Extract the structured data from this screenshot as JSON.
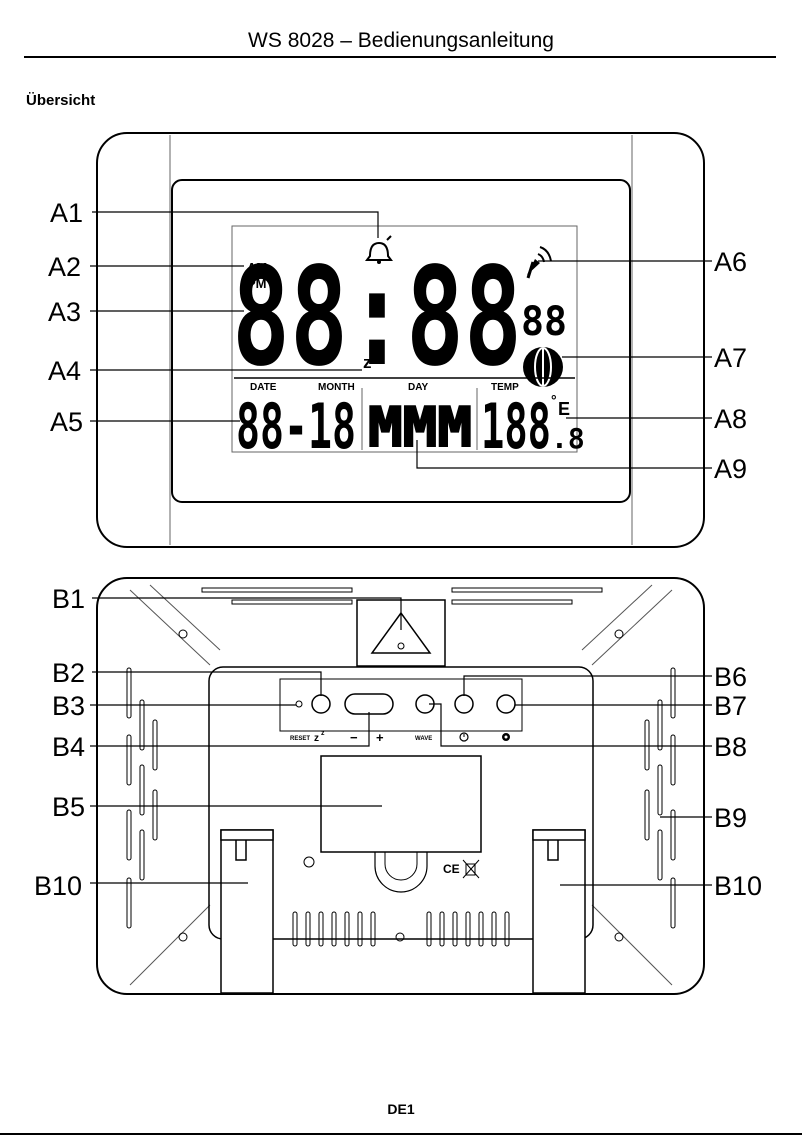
{
  "document": {
    "title": "WS 8028 – Bedienungsanleitung",
    "section_heading": "Übersicht",
    "footer_label": "DE1"
  },
  "front_display": {
    "ampm_am": "AM",
    "ampm_pm": "PM",
    "time_digits": "88:88",
    "seconds_digits": "88",
    "snooze_symbol": "z",
    "snooze_symbol_small": "z",
    "header_date": "DATE",
    "header_month": "MONTH",
    "header_day": "DAY",
    "header_temp": "TEMP",
    "date_digits": "88-18",
    "day_digits": "MMM",
    "temp_digits": "188",
    "temp_decimal": ".8",
    "temp_unit_degree": "°",
    "temp_unit_letter": "E",
    "callouts": [
      "A1",
      "A2",
      "A3",
      "A4",
      "A5",
      "A6",
      "A7",
      "A8",
      "A9"
    ]
  },
  "back_panel": {
    "button_labels": {
      "reset": "RESET",
      "snooze": "z",
      "snooze_small": "z",
      "minus": "−",
      "plus": "+",
      "wave": "WAVE"
    },
    "ce_mark": "CE",
    "callouts": [
      "B1",
      "B2",
      "B3",
      "B4",
      "B5",
      "B6",
      "B7",
      "B8",
      "B9",
      "B10",
      "B10"
    ]
  }
}
